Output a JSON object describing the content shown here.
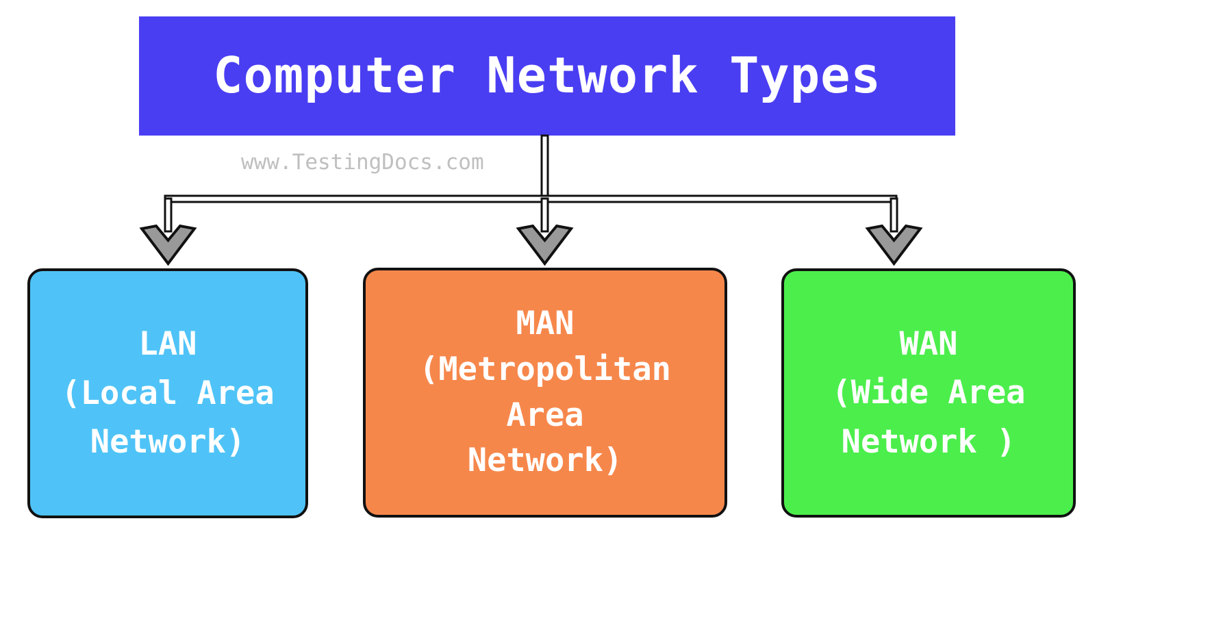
{
  "diagram": {
    "title": "Computer Network Types",
    "watermark": "www.TestingDocs.com",
    "root": {
      "label": "Computer Network Types",
      "fill": "#4a3ef2",
      "text_color": "#ffffff"
    },
    "children": [
      {
        "id": "lan",
        "abbreviation": "LAN",
        "expansion": "(Local Area\nNetwork)",
        "label": "LAN\n(Local Area\nNetwork)",
        "fill": "#4fc3f7",
        "border": "#111111",
        "text_color": "#ffffff"
      },
      {
        "id": "man",
        "abbreviation": "MAN",
        "expansion": "(Metropolitan\nArea\nNetwork)",
        "label": "MAN\n(Metropolitan\nArea\nNetwork)",
        "fill": "#f6874b",
        "border": "#111111",
        "text_color": "#ffffff"
      },
      {
        "id": "wan",
        "abbreviation": "WAN",
        "expansion": "(Wide Area\nNetwork )",
        "label": "WAN\n(Wide Area\nNetwork )",
        "fill": "#4cee4c",
        "border": "#111111",
        "text_color": "#ffffff"
      }
    ],
    "connectors": {
      "line_color": "#111111",
      "arrow_fill": "#999999",
      "arrow_stroke": "#111111",
      "style": "orthogonal-tree"
    },
    "colors": {
      "background": "#ffffff",
      "root_blue": "#4a3ef2",
      "lan_blue": "#4fc3f7",
      "man_orange": "#f6874b",
      "wan_green": "#4cee4c",
      "arrow_gray": "#999999",
      "watermark_gray": "#bfbfbf"
    }
  }
}
